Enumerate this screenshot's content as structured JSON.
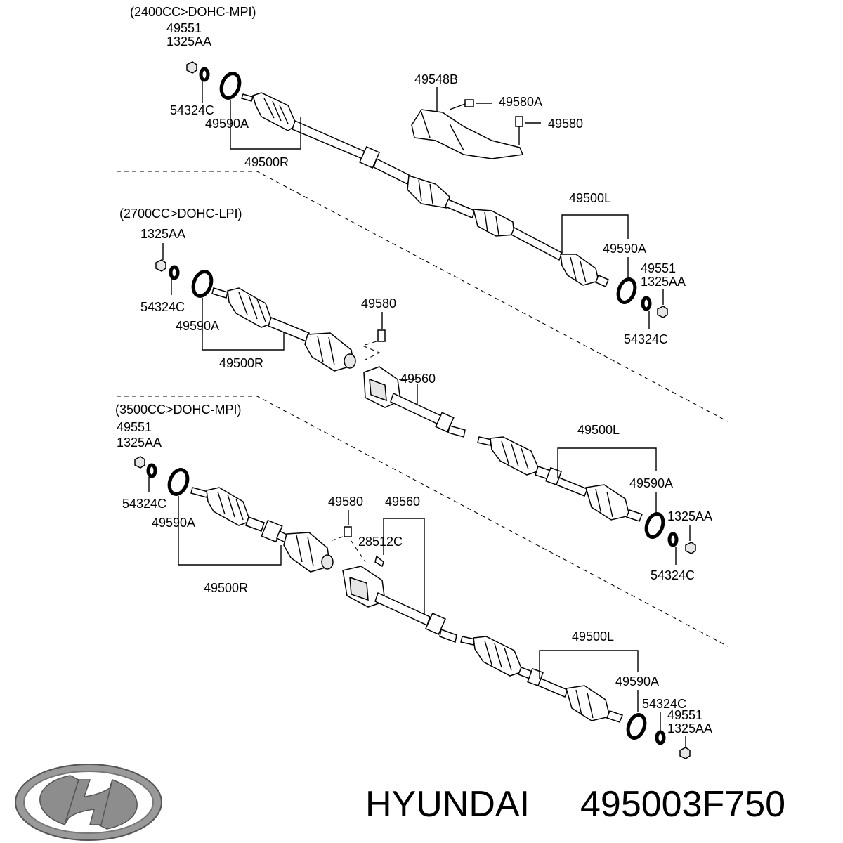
{
  "sections": [
    {
      "variant": "(2400CC>DOHC-MPI)",
      "right_nut_codes": [
        "49551",
        "1325AA"
      ],
      "right_washer": "54324C",
      "right_boot_kit": "49590A",
      "right_shaft": "49500R",
      "bracket": "49548B",
      "bolt_a": "49580A",
      "bolt": "49580",
      "left_shaft": "49500L",
      "left_boot_kit": "49590A",
      "left_nut_codes": [
        "49551",
        "1325AA"
      ],
      "left_washer": "54324C"
    },
    {
      "variant": "(2700CC>DOHC-LPI)",
      "right_nut_code": "1325AA",
      "right_washer": "54324C",
      "right_boot_kit": "49590A",
      "right_shaft": "49500R",
      "bolt": "49580",
      "bearing_bracket": "49560",
      "left_shaft": "49500L",
      "left_boot_kit": "49590A",
      "left_nut_code": "1325AA",
      "left_washer": "54324C"
    },
    {
      "variant": "(3500CC>DOHC-MPI)",
      "right_nut_codes": [
        "49551",
        "1325AA"
      ],
      "right_washer": "54324C",
      "right_boot_kit": "49590A",
      "right_shaft": "49500R",
      "bolt": "49580",
      "bearing_bracket": "49560",
      "clip": "28512C",
      "left_shaft": "49500L",
      "left_boot_kit": "49590A",
      "left_washer": "54324C",
      "left_nut_codes": [
        "49551",
        "1325AA"
      ]
    }
  ],
  "footer": {
    "brand": "HYUNDAI",
    "part_number": "495003F750",
    "logo_icon": "hyundai-logo-icon"
  }
}
